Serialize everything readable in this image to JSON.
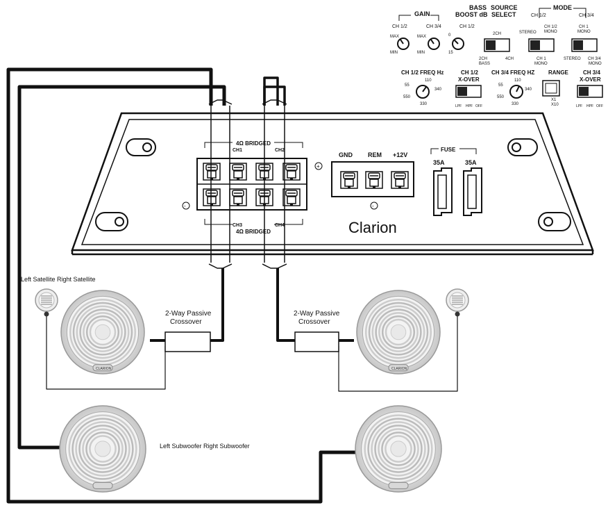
{
  "controls": {
    "gain": {
      "title": "GAIN",
      "ch12": "CH 1/2",
      "ch34": "CH 3/4",
      "max1": "MAX",
      "min1": "MIN",
      "max2": "MAX",
      "min2": "MIN"
    },
    "bass_boost": {
      "title1": "BASS",
      "title2": "BOOST dB",
      "ch": "CH 1/2",
      "zero": "0",
      "fifteen": "15"
    },
    "source_select": {
      "title1": "SOURCE",
      "title2": "SELECT",
      "top": "2CH",
      "bottom_left1": "2CH",
      "bottom_left2": "BASS",
      "bottom_right": "4CH"
    },
    "mode": {
      "title": "MODE",
      "ch12": "CH 1/2",
      "ch34": "CH 3/4",
      "stereo1": "STEREO",
      "ch12_mono1": "CH 1/2",
      "ch12_mono2": "MONO",
      "ch1_mono1": "CH 1",
      "ch1_mono2": "MONO",
      "ch1_bottom": "CH 1",
      "mono_bottom": "MONO",
      "stereo2": "STEREO",
      "ch34_mono1": "CH 3/4",
      "ch34_mono2": "MONO"
    },
    "freq12": {
      "title": "CH 1/2 FREQ Hz",
      "v55": "55",
      "v110": "110",
      "v340": "340",
      "v550": "550",
      "v330": "330"
    },
    "xover12": {
      "title1": "CH 1/2",
      "title2": "X-OVER",
      "lpf": "LPF",
      "hpf": "HPF",
      "off": "OFF"
    },
    "freq34": {
      "title": "CH 3/4 FREQ HZ",
      "v55": "55",
      "v110": "110",
      "v340": "340",
      "v550": "550",
      "v330": "330"
    },
    "range": {
      "title": "RANGE",
      "x1": "X1",
      "x10": "X10"
    },
    "xover34": {
      "title1": "CH 3/4",
      "title2": "X-OVER",
      "lpf": "LPF",
      "hpf": "HPF",
      "off": "OFF"
    }
  },
  "amp": {
    "bridged_top": "4Ω BRIDGED",
    "bridged_bottom": "4Ω BRIDGED",
    "ch1": "CH1",
    "ch2": "CH2",
    "ch3": "CH3",
    "ch4": "CH4",
    "gnd": "GND",
    "rem": "REM",
    "v12": "+12V",
    "fuse": "FUSE",
    "fuse1": "35A",
    "fuse2": "35A",
    "brand": "Clarion"
  },
  "labels": {
    "satellites": "Left Satellite Right Satellite",
    "crossover_left1": "2-Way Passive",
    "crossover_left2": "Crossover",
    "crossover_right1": "2-Way Passive",
    "crossover_right2": "Crossover",
    "subwoofers": "Left Subwoofer  Right Subwoofer",
    "speaker_badge_left": "CLARION",
    "speaker_badge_right": "CLARION"
  }
}
